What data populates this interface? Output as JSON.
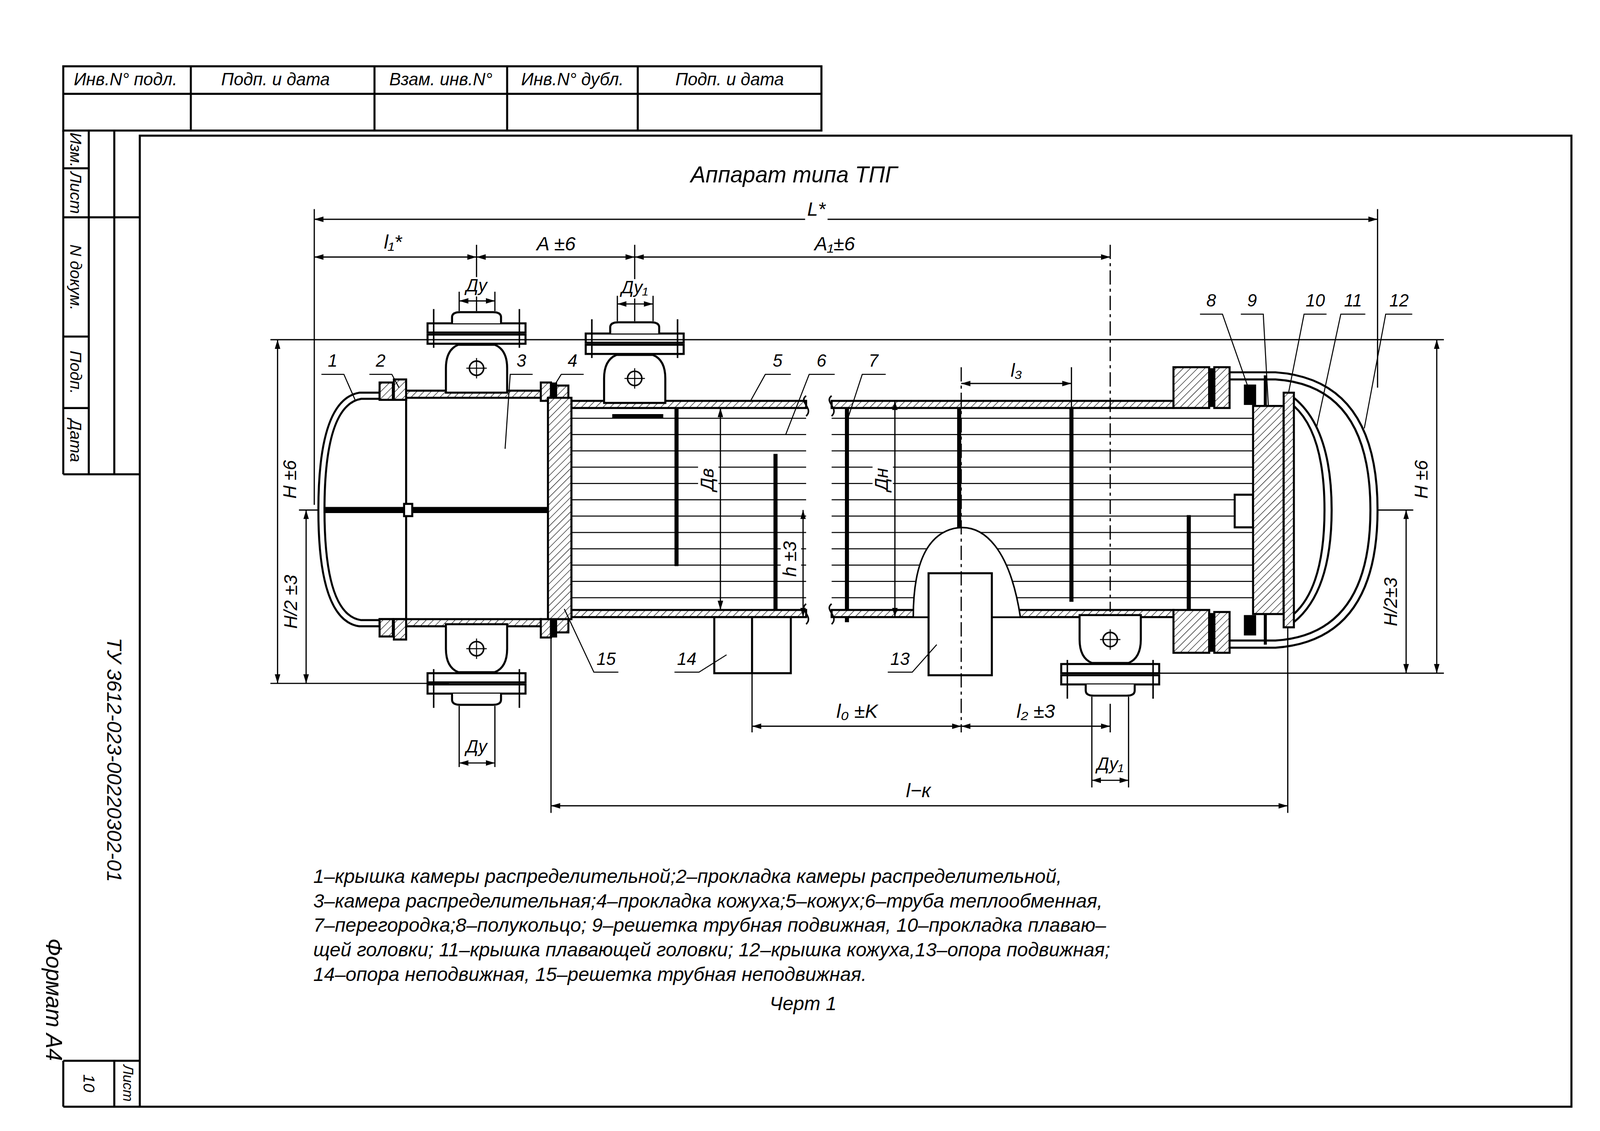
{
  "diagram": {
    "title": "Аппарат типа ТПГ",
    "caption": "Черт 1",
    "labels": [
      "Инв.N° подл.",
      "Подп. и дата",
      "Взам. инв.N°",
      "Инв.N° дубл.",
      "Подп. и дата",
      "Изм.",
      "Лист",
      "N докум.",
      "Подп.",
      "Дата",
      "ТУ 3612-023-00220302-01",
      "Формат А4",
      "Лист",
      "10",
      "L*",
      "l₁*",
      "A ±6",
      "A₁±6",
      "Ду",
      "Ду₁",
      "Ду",
      "Ду₁",
      "H ±6",
      "H/2 ±3",
      "H ±6",
      "H/2±3",
      "Дв",
      "Дн",
      "h ±3",
      "l₃",
      "l₀ ±K",
      "l₂ ±3",
      "l−к",
      "1",
      "2",
      "3",
      "4",
      "5",
      "6",
      "7",
      "8",
      "9",
      "10",
      "11",
      "12",
      "13",
      "14",
      "15",
      "1–крышка камеры распределительной;2–прокладка камеры распределительной,",
      "3–камера распределительная;4–прокладка кожуха;5–кожух;6–труба теплообменная,",
      "7–перегородка;8–полукольцо; 9–решетка трубная подвижная, 10–прокладка плаваю–",
      "щей головки; 11–крышка плавающей головки; 12–крышка кожуха,13–опора подвижная;",
      "14–опора неподвижная, 15–решетка трубная неподвижная."
    ]
  }
}
